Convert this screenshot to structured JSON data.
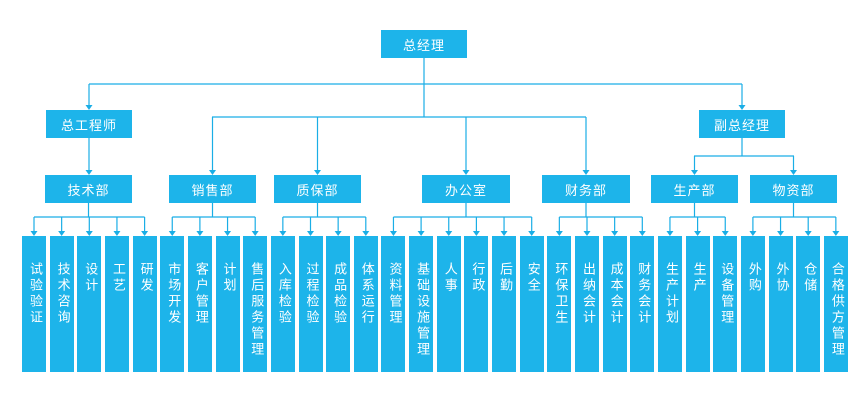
{
  "colors": {
    "box": "#1db4ea",
    "line": "#1aaee6",
    "text": "#ffffff"
  },
  "root": "总经理",
  "branches": [
    {
      "label": "总工程师",
      "departments": [
        {
          "label": "技术部",
          "items": [
            "试验验证",
            "技术咨询",
            "设计",
            "工艺",
            "研发"
          ]
        }
      ]
    },
    {
      "label": "",
      "departments": [
        {
          "label": "销售部",
          "items": [
            "市场开发",
            "客户管理",
            "计划",
            "售后服务管理"
          ]
        },
        {
          "label": "质保部",
          "items": [
            "入库检验",
            "过程检验",
            "成品检验",
            "体系运行"
          ]
        },
        {
          "label": "办公室",
          "items": [
            "资料管理",
            "基础设施管理",
            "人事",
            "行政",
            "后勤",
            "安全"
          ]
        },
        {
          "label": "财务部",
          "items": [
            "环保卫生",
            "出纳会计",
            "成本会计",
            "财务会计"
          ]
        }
      ]
    },
    {
      "label": "副总经理",
      "departments": [
        {
          "label": "生产部",
          "items": [
            "生产计划",
            "生产",
            "设备管理"
          ]
        },
        {
          "label": "物资部",
          "items": [
            "外购",
            "外协",
            "仓储",
            "合格供方管理"
          ]
        }
      ]
    }
  ]
}
